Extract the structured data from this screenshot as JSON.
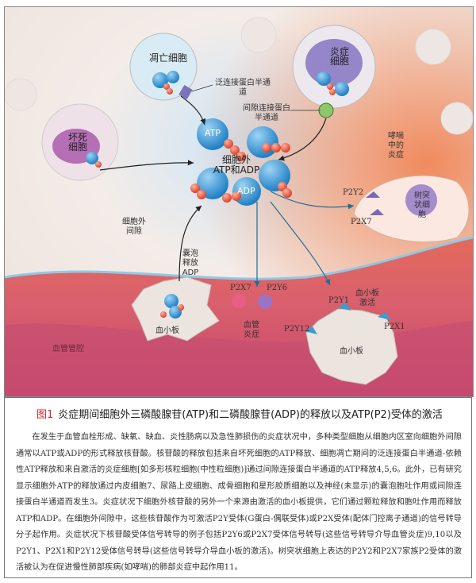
{
  "figure": {
    "labels": {
      "apoptotic_cell": "凋亡细胞",
      "pannexin_channel": "泛连接蛋白半通道",
      "inflammatory_cell": "炎症细胞",
      "connexin_channel": "间隙连接蛋白半通道",
      "necrotic_cell": "坏死细胞",
      "atp": "ATP",
      "extracellular_atp_adp_line1": "细胞外",
      "extracellular_atp_adp_line2": "ATP和ADP",
      "adp": "ADP",
      "asthma_inflammation": "哮喘中的炎症",
      "dendritic_cell": "树突状细胞",
      "p2y2": "P2Y2",
      "p2x7_dc": "P2X7",
      "extracellular_space": "细胞外间隙",
      "vesicle_release_adp": "囊泡释放ADP",
      "platelet_left": "血小板",
      "p2x7_vessel": "P2X7",
      "p2y6": "P2Y6",
      "vascular_inflammation": "血管炎症",
      "platelet_activation": "血小板激活",
      "p2y1": "P2Y1",
      "p2y12": "P2Y12",
      "p2x1": "P2X1",
      "platelet_right": "血小板",
      "vessel_lumen": "血管管腔"
    }
  },
  "caption": {
    "figure_no": "图1",
    "title": "炎症期间细胞外三磷酸腺苷(ATP)和二磷酸腺苷(ADP)的释放以及ATP(P2)受体的激活",
    "body": "在发生于血管血栓形成、缺氧、缺血、炎性肠病以及急性肺损伤的炎症状况中，多种类型细胞从细胞内区室向细胞外间隙通常以ATP或ADP的形式释放核苷酸。核苷酸的释放包括来自坏死细胞的ATP释放、细胞凋亡期间的泛连接蛋白半通道-依赖性ATP释放和来自激活的炎症细胞[如多形核粒细胞(中性粒细胞)]通过间隙连接蛋白半通道的ATP释放4,5,6。此外，已有研究显示细胞外ATP的释放通过内皮细胞7、尿路上皮细胞、成骨细胞和星形胶质细胞以及神经(未显示)的囊泡胞吐作用或间隙连接蛋白半通道而发生3。炎症状况下细胞外核苷酸的另外一个来源由激活的血小板提供，它们通过颗粒释放和胞吐作用而释放ATP和ADP。在细胞外间隙中，这些核苷酸作为可激活P2Y受体(G蛋白-偶联受体)或P2X受体(配体门控离子通道)的信号转导分子起作用。炎症状况下核苷酸受体信号转导的例子包括P2Y6或P2X7受体信号转导(这些信号转导介导血管炎症)9,10以及P2Y1、P2X1和P2Y12受体信号转导(这些信号转导介导血小板的激活)。树突状细胞上表达的P2Y2和P2X7家族P2受体的激活被认为在促进慢性肺部疾病(如哮喘)的肺部炎症中起作用11。"
  },
  "colors": {
    "accent": "#d2262e",
    "atp_blue": "#2e8fcf",
    "phosphate_red": "#e0553e"
  }
}
